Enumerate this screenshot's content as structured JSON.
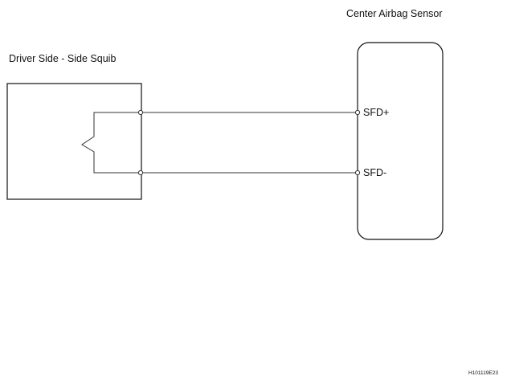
{
  "squib": {
    "title": "Driver Side -  Side Squib"
  },
  "sensor": {
    "title": "Center Airbag Sensor",
    "terminals": [
      {
        "label": "SFD+"
      },
      {
        "label": "SFD-"
      }
    ]
  },
  "figure_code": "H101119E23"
}
